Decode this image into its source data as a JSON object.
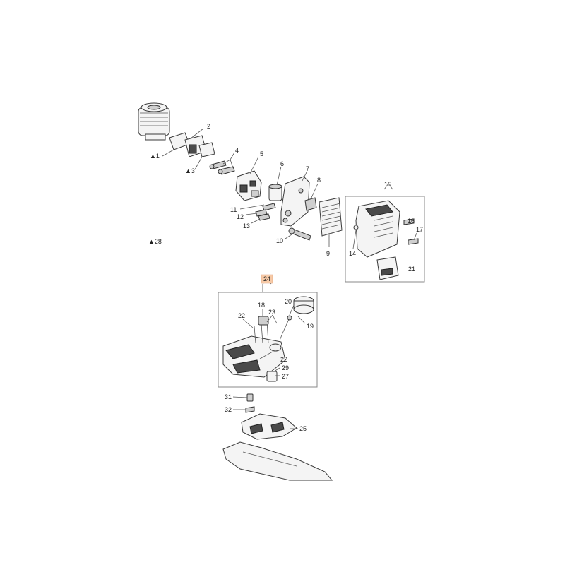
{
  "callouts": {
    "c1": "▲1",
    "c2": "2",
    "c3": "▲3",
    "c4": "4",
    "c5": "5",
    "c6": "6",
    "c7": "7",
    "c8": "8",
    "c9": "9",
    "c10": "10",
    "c11": "11",
    "c12": "12",
    "c13": "13",
    "c14": "14",
    "c15": "15",
    "c16": "16",
    "c17": "17",
    "c18": "18",
    "c19": "19",
    "c20": "20",
    "c21": "21",
    "c22a": "22",
    "c22b": "22",
    "c23": "23",
    "c24": "24",
    "c25": "25",
    "c27": "27",
    "c28": "▲28",
    "c29": "29",
    "c31": "31",
    "c32": "32"
  },
  "colors": {
    "highlight": "#f6c9a6",
    "line": "#3a3a3a",
    "background": "#ffffff"
  }
}
